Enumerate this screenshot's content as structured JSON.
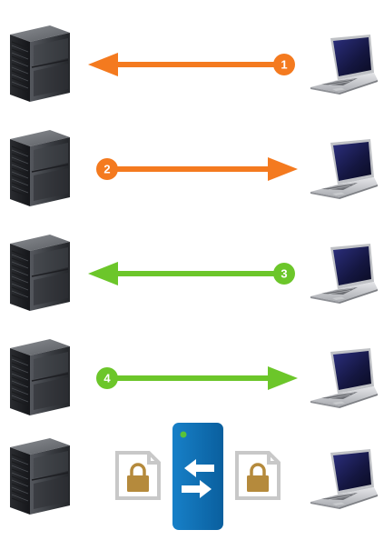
{
  "colors": {
    "request": "#f47a1f",
    "response": "#6cc62a",
    "device": "#0e71b8",
    "device_led": "#58c23a",
    "lock": "#b58a3c",
    "document": "#c8c8c8"
  },
  "icons": {
    "server": "server-rack-icon",
    "client": "laptop-icon",
    "device": "transfer-device-icon",
    "document": "locked-document-icon"
  },
  "steps": [
    {
      "number": "1",
      "direction": "to-server",
      "color": "request"
    },
    {
      "number": "2",
      "direction": "to-client",
      "color": "request"
    },
    {
      "number": "3",
      "direction": "to-server",
      "color": "response"
    },
    {
      "number": "4",
      "direction": "to-client",
      "color": "response"
    }
  ]
}
